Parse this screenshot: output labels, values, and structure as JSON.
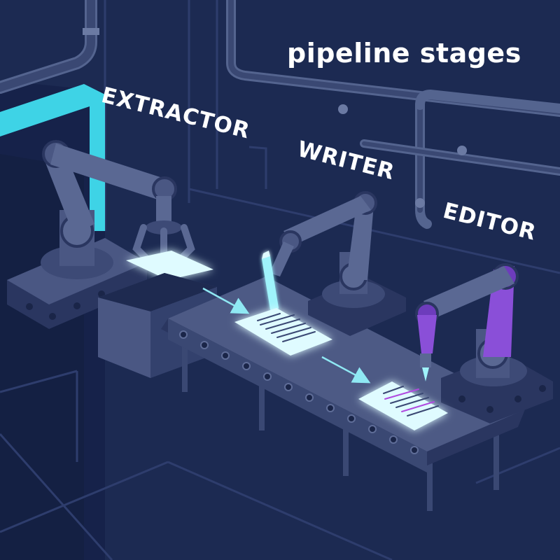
{
  "title": "pipeline stages",
  "stages": [
    {
      "id": "extractor",
      "label": "EXTRACTOR",
      "accent": "#3ed3e6"
    },
    {
      "id": "writer",
      "label": "WRITER",
      "accent": "#7fe9f2"
    },
    {
      "id": "editor",
      "label": "EDITOR",
      "accent": "#8a4fd8"
    }
  ],
  "colors": {
    "background": "#1c2a52",
    "wall_dark": "#17244a",
    "pipe": "#4b5a82",
    "machine": "#4a5783",
    "machine_dark": "#2a3660",
    "glow": "#dffbff",
    "edit_mark": "#b04adf"
  },
  "icons": [
    "robot-arm-gripper",
    "robot-arm-pen",
    "robot-arm-marker",
    "conveyor-belt",
    "document-sheet",
    "flow-arrow"
  ]
}
